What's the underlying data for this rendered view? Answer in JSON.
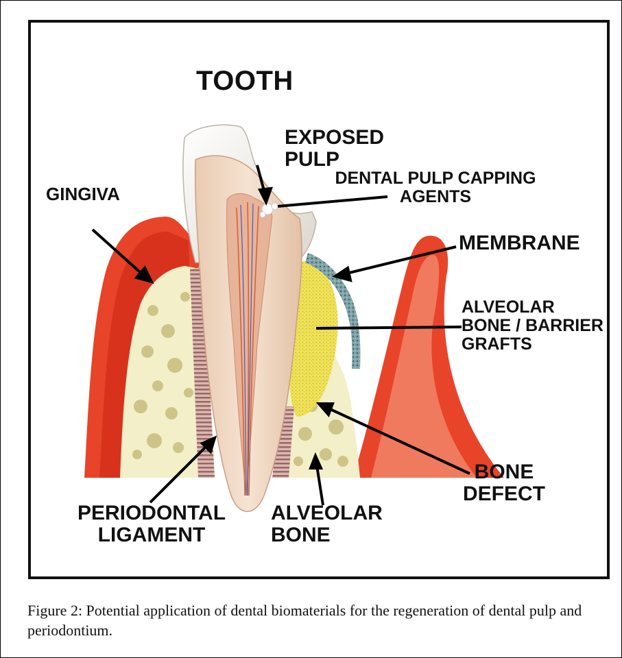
{
  "figure": {
    "title": "TOOTH",
    "labels": {
      "exposed_pulp": [
        "EXPOSED",
        "PULP"
      ],
      "pulp_capping": [
        "DENTAL PULP CAPPING",
        "AGENTS"
      ],
      "gingiva": "GINGIVA",
      "membrane": "MEMBRANE",
      "alveolar_barrier": [
        "ALVEOLAR",
        "BONE / BARRIER",
        "GRAFTS"
      ],
      "bone_defect": [
        "BONE",
        "DEFECT"
      ],
      "periodontal_ligament": [
        "PERIODONTAL",
        "LIGAMENT"
      ],
      "alveolar_bone": [
        "ALVEOLAR",
        "BONE"
      ]
    },
    "colors": {
      "gingiva": "#e8442a",
      "gingiva_dark": "#c42a18",
      "bone": "#f3efc8",
      "bone_pores": "#cfc585",
      "ligament": "#b07a78",
      "dentin": "#f1d9c4",
      "enamel": "#f5f2ec",
      "pulp": "#e7b49a",
      "graft": "#e8d84a",
      "membrane": "#4e7a82"
    },
    "caption": "Figure 2: Potential application of dental biomaterials for the regeneration of dental pulp and periodontium."
  }
}
